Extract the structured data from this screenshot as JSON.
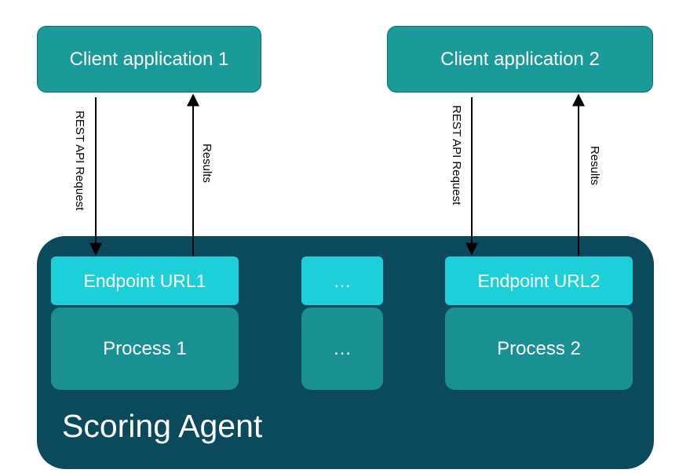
{
  "clients": [
    {
      "label": "Client application 1"
    },
    {
      "label": "Client application 2"
    }
  ],
  "links": [
    {
      "request_label": "REST API Request",
      "results_label": "Results"
    },
    {
      "request_label": "REST API Request",
      "results_label": "Results"
    }
  ],
  "agent": {
    "title": "Scoring Agent",
    "endpoints": [
      "Endpoint URL1",
      "…",
      "Endpoint URL2"
    ],
    "processes": [
      "Process 1",
      "…",
      "Process 2"
    ]
  },
  "colors": {
    "client_fill": "#1a9a99",
    "agent_fill": "#0a4a5c",
    "endpoint_fill": "#1ccfd8",
    "process_fill": "#199193"
  }
}
